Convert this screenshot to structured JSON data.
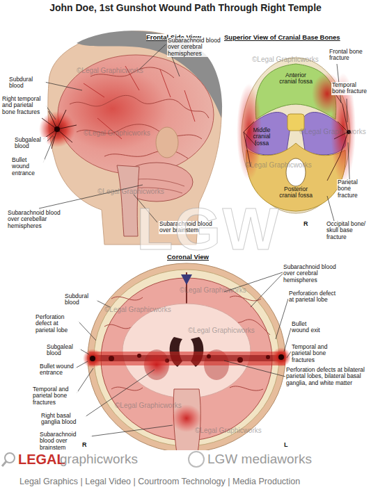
{
  "diagram": {
    "title": "John Doe, 1st Gunshot Wound Path Through Right Temple",
    "labels": [
      "Frontal Side View",
      "Subdural blood",
      "Right temporal and parietal bone fractures",
      "Subgaleal blood",
      "Bullet wound entrance",
      "Subarachnoid blood over cerebral hemispheres",
      "Subarachnoid blood over cerebellar hemispheres",
      "Subarachnoid blood over brainstem",
      "Superior View of Cranial Base Bones",
      "Anterior cranial fossa",
      "Middle cranial fossa",
      "Posterior cranial fossa",
      "Frontal bone fracture",
      "Temporal bone fracture",
      "Parietal bone fracture",
      "Occipital bone/ skull base fracture",
      "R",
      "Coronal View",
      "Subdural blood",
      "Perforation defect at parietal lobe",
      "Subgaleal blood",
      "Bullet wound entrance",
      "Temporal and parietal bone fractures",
      "Right basal ganglia blood",
      "Subarachnoid blood over brainstem",
      "R",
      "Subarachnoid blood over cerebral hemispheres",
      "Perforation defect at parietal lobe",
      "Bullet wound exit",
      "Temporal and parietal bone fractures",
      "Perforation defects at bilateral parietal lobes, bilateral basal ganglia, and white matter",
      "L",
      "LGW",
      "LEGAL",
      "graphicworks",
      "LGW mediaworks",
      "Legal Graphics | Legal Video | Courtroom Technology | Media Production",
      "©Legal Graphicworks",
      "©Legal Graphicworks",
      "©Legal Graphicworks",
      "©Legal Graphicworks",
      "©Legal Graphicworks",
      "©Legal Graphicworks",
      "©Legal Graphicworks",
      "©Legal Graphicworks",
      "©Legal Graphicworks",
      "©Legal Graphicworks",
      "©Legal Graphicworks"
    ]
  }
}
